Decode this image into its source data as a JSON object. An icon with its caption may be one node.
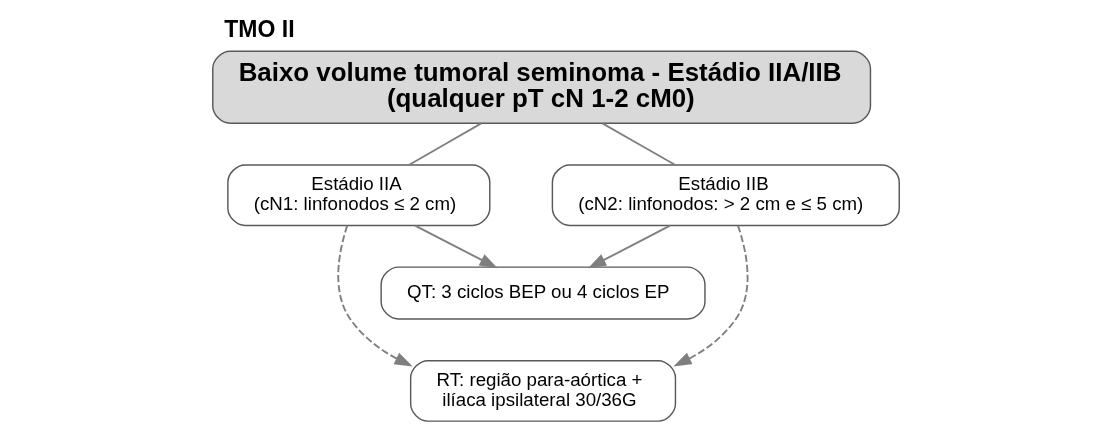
{
  "diagram": {
    "title": "TMO II",
    "nodes": [
      {
        "text": [
          "Baixo volume tumoral seminoma - Estádio IIA/IIB (qualquer pT cN 1-2 cM0)"
        ]
      },
      {
        "text": [
          "Estádio IIA",
          "(cN1: linfonodos ≤ 2 cm)"
        ]
      },
      {
        "text": [
          "Estádio IIB",
          "(cN2: linfonodos: > 2 cm e ≤ 5 cm)"
        ]
      },
      {
        "text": [
          "QT: 3 ciclos BEP ou 4 ciclos EP"
        ]
      },
      {
        "text": [
          "RT: região para-aórtica + ilíaca ipsilateral 30/36G"
        ]
      }
    ],
    "edges": [
      {
        "from": 0,
        "to": 1,
        "arrow": "none"
      },
      {
        "from": 0,
        "to": 2,
        "arrow": "none"
      },
      {
        "from": 1,
        "to": 3,
        "arrow": "to"
      },
      {
        "from": 2,
        "to": 3,
        "arrow": "to"
      },
      {
        "from": 1,
        "to": 4,
        "arrow": "to",
        "style": "dashed"
      },
      {
        "from": 2,
        "to": 4,
        "arrow": "to",
        "style": "dashed"
      }
    ]
  }
}
